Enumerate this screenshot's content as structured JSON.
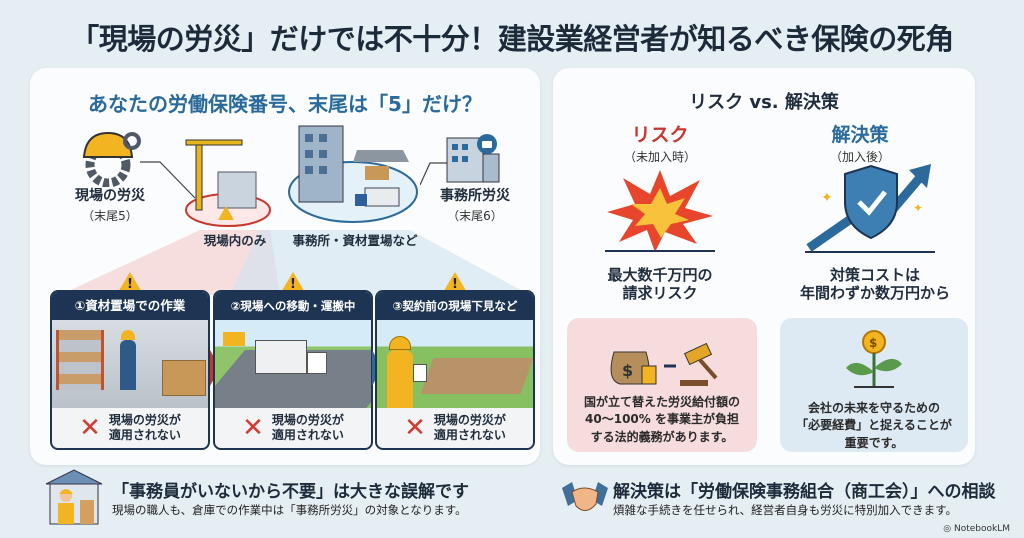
{
  "title": "「現場の労災」だけでは不十分！建設業経営者が知るべき保険の死角",
  "left": {
    "heading": "あなたの労働保険番号、末尾は「5」だけ？",
    "site": {
      "label": "現場の労災",
      "suffix": "（末尾5）",
      "scope": "現場内のみ"
    },
    "office": {
      "label": "事務所労災",
      "suffix": "（末尾6）",
      "scope": "事務所・資材置場など"
    },
    "cards": [
      {
        "title": "①資材置場での作業",
        "line1": "現場の労災が",
        "line2": "適用されない"
      },
      {
        "title": "②現場への移動・運搬中",
        "line1": "現場の労災が",
        "line2": "適用されない"
      },
      {
        "title": "③契約前の現場下見など",
        "line1": "現場の労災が",
        "line2": "適用されない"
      }
    ]
  },
  "right": {
    "heading": "リスク vs. 解決策",
    "risk": {
      "title": "リスク",
      "sub": "（未加入時）",
      "line1": "最大数千万円の",
      "line2": "請求リスク",
      "box": [
        "国が立て替えた労災給付額の",
        "40〜100% を事業主が負担",
        "する法的義務があります。"
      ]
    },
    "solution": {
      "title": "解決策",
      "sub": "（加入後）",
      "line1": "対策コストは",
      "line2": "年間わずか数万円から",
      "box": [
        "会社の未来を守るための",
        "「必要経費」と捉えることが",
        "重要です。"
      ]
    }
  },
  "bottom": {
    "left": {
      "title": "「事務員がいないから不要」は大きな誤解です",
      "text": "現場の職人も、倉庫での作業中は「事務所労災」の対象となります。"
    },
    "right": {
      "title": "解決策は「労働保険事務組合（商工会）」への相談",
      "text": "煩雑な手続きを任せられ、経営者自身も労災に特別加入できます。"
    }
  },
  "watermark": "NotebookLM",
  "colors": {
    "navy": "#1d3553",
    "red": "#c8362b",
    "blue": "#2b6a9a",
    "pink": "#f6dcdc",
    "lightblue": "#dde9f3"
  }
}
